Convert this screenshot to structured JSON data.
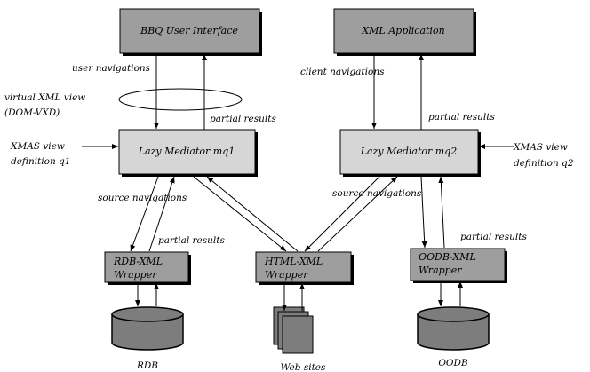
{
  "boxes": {
    "bbq_ui": "BBQ User Interface",
    "xml_app": "XML Application",
    "mediator1": "Lazy Mediator mq1",
    "mediator2": "Lazy Mediator mq2",
    "rdb_wrapper_line1": "RDB-XML",
    "rdb_wrapper_line2": "Wrapper",
    "html_wrapper_line1": "HTML-XML",
    "html_wrapper_line2": "Wrapper",
    "oodb_wrapper_line1": "OODB-XML",
    "oodb_wrapper_line2": "Wrapper"
  },
  "labels": {
    "user_navigations": "user navigations",
    "client_navigations": "client navigations",
    "virtual_view_line1": "virtual XML view",
    "virtual_view_line2": "(DOM-VXD)",
    "partial_results_top_left": "partial results",
    "partial_results_top_right": "partial results",
    "xmas_left_line1": "XMAS view",
    "xmas_left_line2": "definition q1",
    "xmas_right_line1": "XMAS view",
    "xmas_right_line2": "definition q2",
    "source_nav_left": "source navigations",
    "source_nav_right": "source navigations",
    "partial_results_rdb": "partial results",
    "partial_results_oodb": "partial results",
    "rdb": "RDB",
    "web_sites": "Web sites",
    "oodb": "OODB"
  },
  "colors": {
    "top_box": "#9e9e9e",
    "mediator_box": "#d6d6d6",
    "wrapper_box": "#9e9e9e",
    "database": "#7d7d7d",
    "shadow": "#000000"
  }
}
